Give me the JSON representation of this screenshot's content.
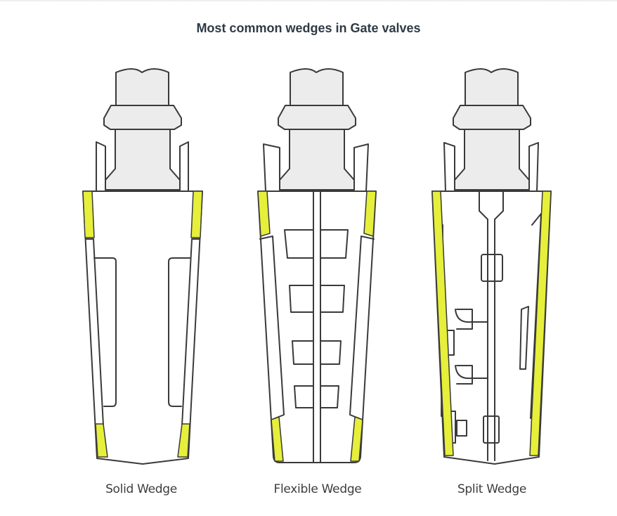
{
  "title": "Most common wedges in Gate valves",
  "wedges": [
    {
      "label": "Solid Wedge"
    },
    {
      "label": "Flexible Wedge"
    },
    {
      "label": "Split Wedge"
    }
  ],
  "colors": {
    "outline": "#3a3a3a",
    "stem_fill": "#ececec",
    "seat_highlight": "#e6ef3a",
    "background": "#ffffff"
  }
}
